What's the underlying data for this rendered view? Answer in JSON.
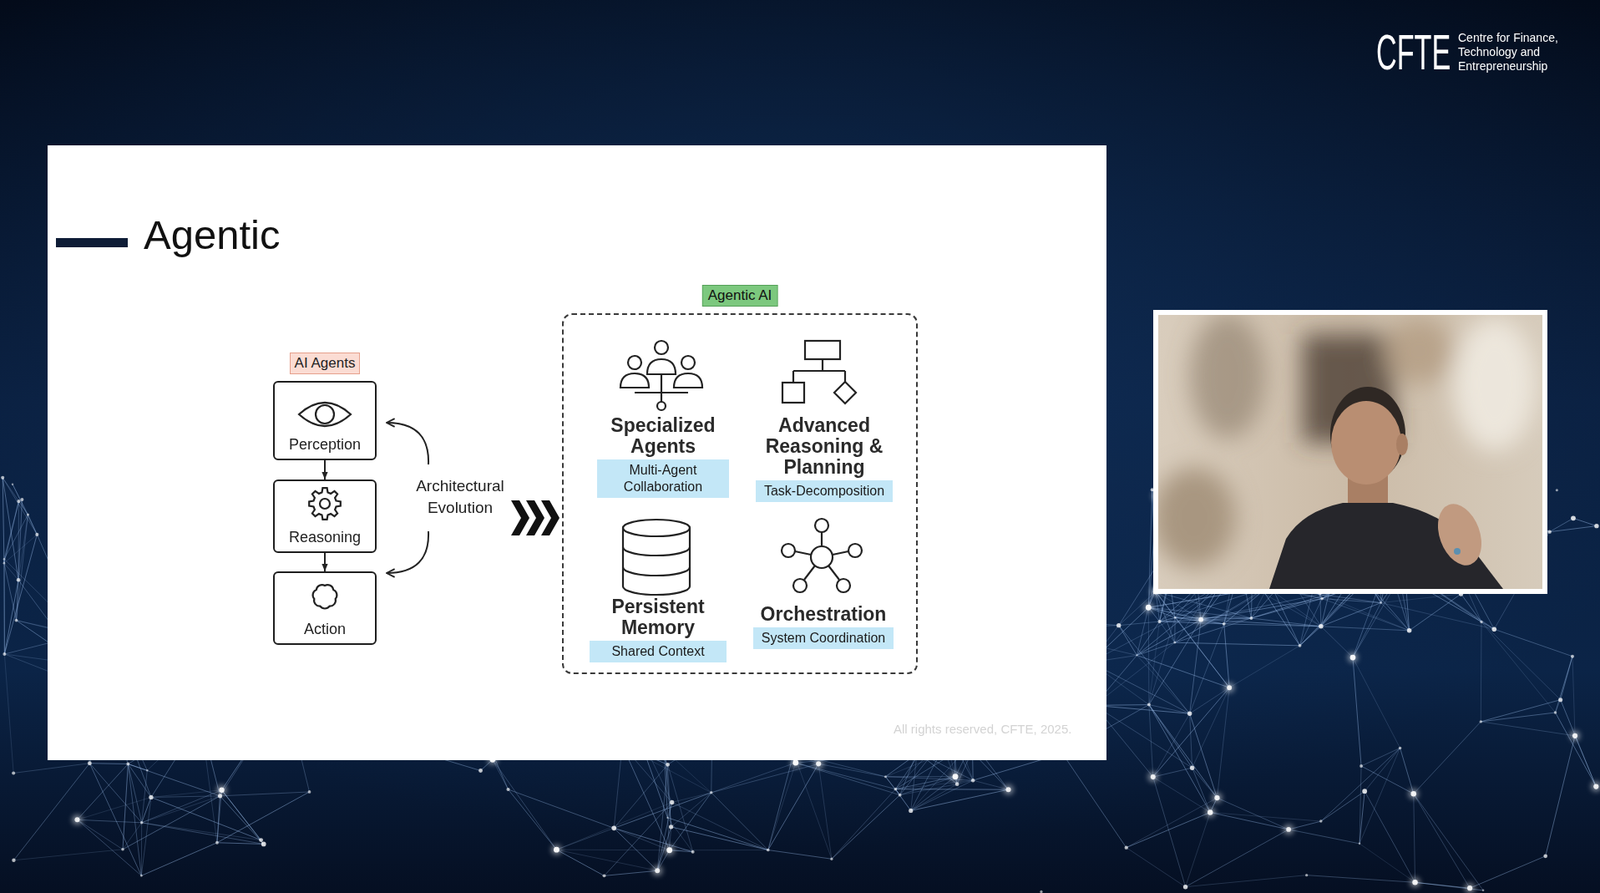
{
  "diagram": {
    "title": "Agentic",
    "nodes": [
      {
        "text": [
          "AI Agents"
        ]
      },
      {
        "text": [
          "Perception"
        ]
      },
      {
        "text": [
          "Reasoning"
        ]
      },
      {
        "text": [
          "Action"
        ]
      },
      {
        "text": [
          "Agentic AI"
        ]
      },
      {
        "text": [
          "Specialized Agents",
          "Multi-Agent Collaboration"
        ],
        "in": 4
      },
      {
        "text": [
          "Advanced Reasoning & Planning",
          "Task-Decomposition"
        ],
        "in": 4
      },
      {
        "text": [
          "Persistent Memory",
          "Shared Context"
        ],
        "in": 4
      },
      {
        "text": [
          "Orchestration",
          "System Coordination"
        ],
        "in": 4
      }
    ],
    "edges": [
      {
        "from": 1,
        "to": 2,
        "arrow": "to"
      },
      {
        "from": 2,
        "to": 3,
        "arrow": "to"
      }
    ],
    "labels": [
      "Architectural Evolution",
      "All rights reserved, CFTE, 2025.",
      "CFTE",
      "Centre for Finance, Technology and Entrepreneurship"
    ]
  }
}
